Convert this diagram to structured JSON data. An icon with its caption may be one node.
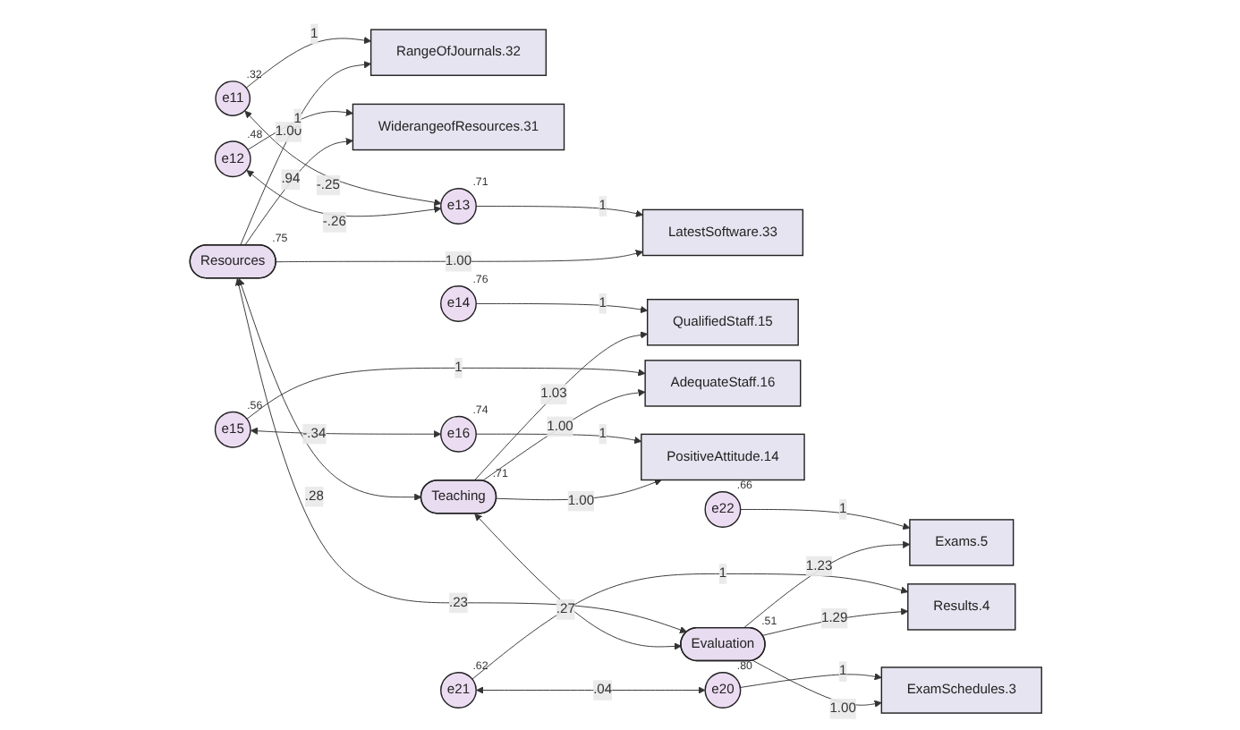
{
  "diagram": {
    "nodes": [
      {
        "text": [
          "e11"
        ],
        "beside": [
          ".32"
        ]
      },
      {
        "text": [
          "RangeOfJournals.32"
        ]
      },
      {
        "text": [
          "Resources"
        ],
        "beside": [
          ".75"
        ]
      },
      {
        "text": [
          "e12"
        ],
        "beside": [
          ".48"
        ]
      },
      {
        "text": [
          "WiderangeofResources.31"
        ]
      },
      {
        "text": [
          "e13"
        ],
        "beside": [
          ".71"
        ]
      },
      {
        "text": [
          "LatestSoftware.33"
        ]
      },
      {
        "text": [
          "e14"
        ],
        "beside": [
          ".76"
        ]
      },
      {
        "text": [
          "QualifiedStaff.15"
        ]
      },
      {
        "text": [
          "Teaching"
        ],
        "beside": [
          ".71"
        ]
      },
      {
        "text": [
          "e15"
        ],
        "beside": [
          ".56"
        ]
      },
      {
        "text": [
          "AdequateStaff.16"
        ]
      },
      {
        "text": [
          "e16"
        ],
        "beside": [
          ".74"
        ]
      },
      {
        "text": [
          "PositiveAttitude.14"
        ]
      },
      {
        "text": [
          "e22"
        ],
        "beside": [
          ".66"
        ]
      },
      {
        "text": [
          "Exams.5"
        ]
      },
      {
        "text": [
          "Evaluation"
        ],
        "beside": [
          ".51"
        ]
      },
      {
        "text": [
          "e21"
        ],
        "beside": [
          ".62"
        ]
      },
      {
        "text": [
          "Results.4"
        ]
      },
      {
        "text": [
          "e20"
        ],
        "beside": [
          ".80"
        ]
      },
      {
        "text": [
          "ExamSchedules.3"
        ]
      }
    ],
    "edges": [
      {
        "from": 0,
        "to": 1,
        "arrow": "to",
        "label": "1"
      },
      {
        "from": 2,
        "to": 1,
        "arrow": "to",
        "label": "1.00"
      },
      {
        "from": 3,
        "to": 4,
        "arrow": "to",
        "label": "1"
      },
      {
        "from": 2,
        "to": 4,
        "arrow": "to",
        "label": ".94"
      },
      {
        "from": 5,
        "to": 6,
        "arrow": "to",
        "label": "1"
      },
      {
        "from": 2,
        "to": 6,
        "arrow": "to",
        "label": "1.00"
      },
      {
        "from": 0,
        "to": 5,
        "arrow": "both",
        "label": "-.25"
      },
      {
        "from": 3,
        "to": 5,
        "arrow": "both",
        "label": "-.26"
      },
      {
        "from": 7,
        "to": 8,
        "arrow": "to",
        "label": "1"
      },
      {
        "from": 9,
        "to": 8,
        "arrow": "to",
        "label": "1.03"
      },
      {
        "from": 10,
        "to": 11,
        "arrow": "to",
        "label": "1"
      },
      {
        "from": 9,
        "to": 11,
        "arrow": "to",
        "label": "1.00"
      },
      {
        "from": 12,
        "to": 13,
        "arrow": "to",
        "label": "1"
      },
      {
        "from": 9,
        "to": 13,
        "arrow": "to",
        "label": "1.00"
      },
      {
        "from": 10,
        "to": 12,
        "arrow": "both",
        "label": "-.34"
      },
      {
        "from": 14,
        "to": 15,
        "arrow": "to",
        "label": "1"
      },
      {
        "from": 16,
        "to": 15,
        "arrow": "to",
        "label": "1.23"
      },
      {
        "from": 17,
        "to": 18,
        "arrow": "to",
        "label": "1"
      },
      {
        "from": 16,
        "to": 18,
        "arrow": "to",
        "label": "1.29"
      },
      {
        "from": 19,
        "to": 20,
        "arrow": "to",
        "label": "1"
      },
      {
        "from": 16,
        "to": 20,
        "arrow": "to",
        "label": "1.00"
      },
      {
        "from": 17,
        "to": 19,
        "arrow": "both",
        "label": ".04"
      },
      {
        "from": 2,
        "to": 9,
        "arrow": "both",
        "label": ".28"
      },
      {
        "from": 2,
        "to": 16,
        "arrow": "both",
        "label": ".23"
      },
      {
        "from": 9,
        "to": 16,
        "arrow": "both",
        "label": ".27"
      }
    ]
  }
}
